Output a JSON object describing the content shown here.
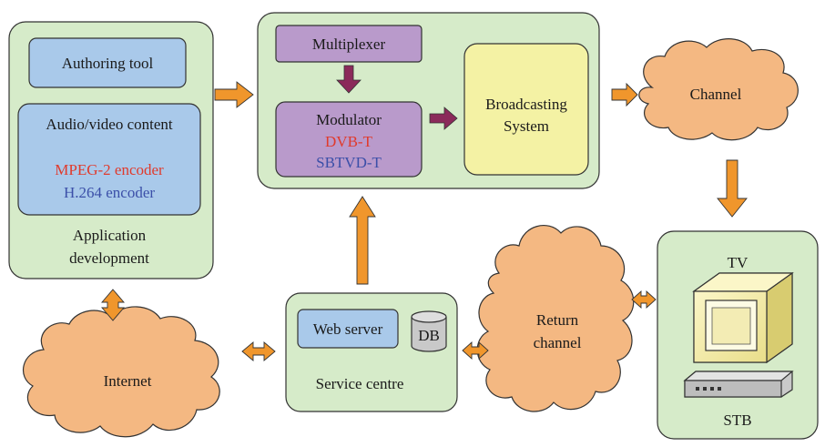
{
  "colors": {
    "green_box": "#d6ebc9",
    "blue_box": "#a9c9ea",
    "purple_box": "#b99acb",
    "yellow_box": "#f4f2a4",
    "cloud": "#f4b882",
    "orange_arrow": "#f0962c",
    "purple_arrow": "#8b2a5a",
    "red_text": "#e03a2c",
    "blue_text": "#3b4fa8"
  },
  "application": {
    "authoring_tool": "Authoring tool",
    "av_content": "Audio/video content",
    "mpeg2": "MPEG-2 encoder",
    "h264": "H.264 encoder",
    "label_line1": "Application",
    "label_line2": "development"
  },
  "broadcast": {
    "multiplexer": "Multiplexer",
    "modulator": "Modulator",
    "dvbt": "DVB-T",
    "sbtvdt": "SBTVD-T",
    "system_line1": "Broadcasting",
    "system_line2": "System"
  },
  "channel": "Channel",
  "return_channel": {
    "line1": "Return",
    "line2": "channel"
  },
  "internet": "Internet",
  "service": {
    "web_server": "Web server",
    "db": "DB",
    "label": "Service centre"
  },
  "receiver": {
    "tv": "TV",
    "stb": "STB"
  }
}
